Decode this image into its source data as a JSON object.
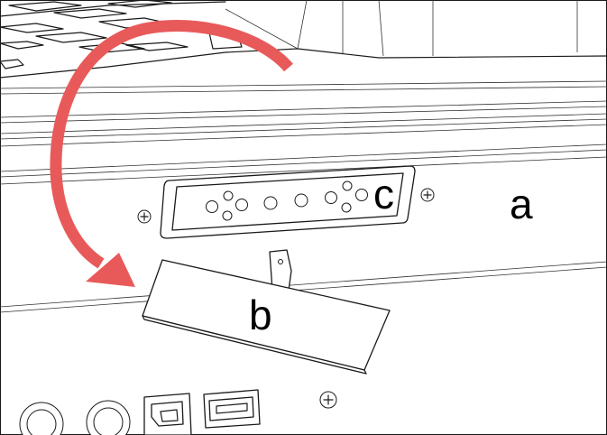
{
  "labels": {
    "a": "a",
    "b": "b",
    "c": "c"
  },
  "colors": {
    "arrow": "#e85a5a",
    "line": "#1a1a1a",
    "background": "#ffffff"
  },
  "icons": [
    "rotate-arrow-icon",
    "screw-icon",
    "usb-b-port-icon",
    "usb-a-port-icon",
    "audio-jack-icon"
  ]
}
